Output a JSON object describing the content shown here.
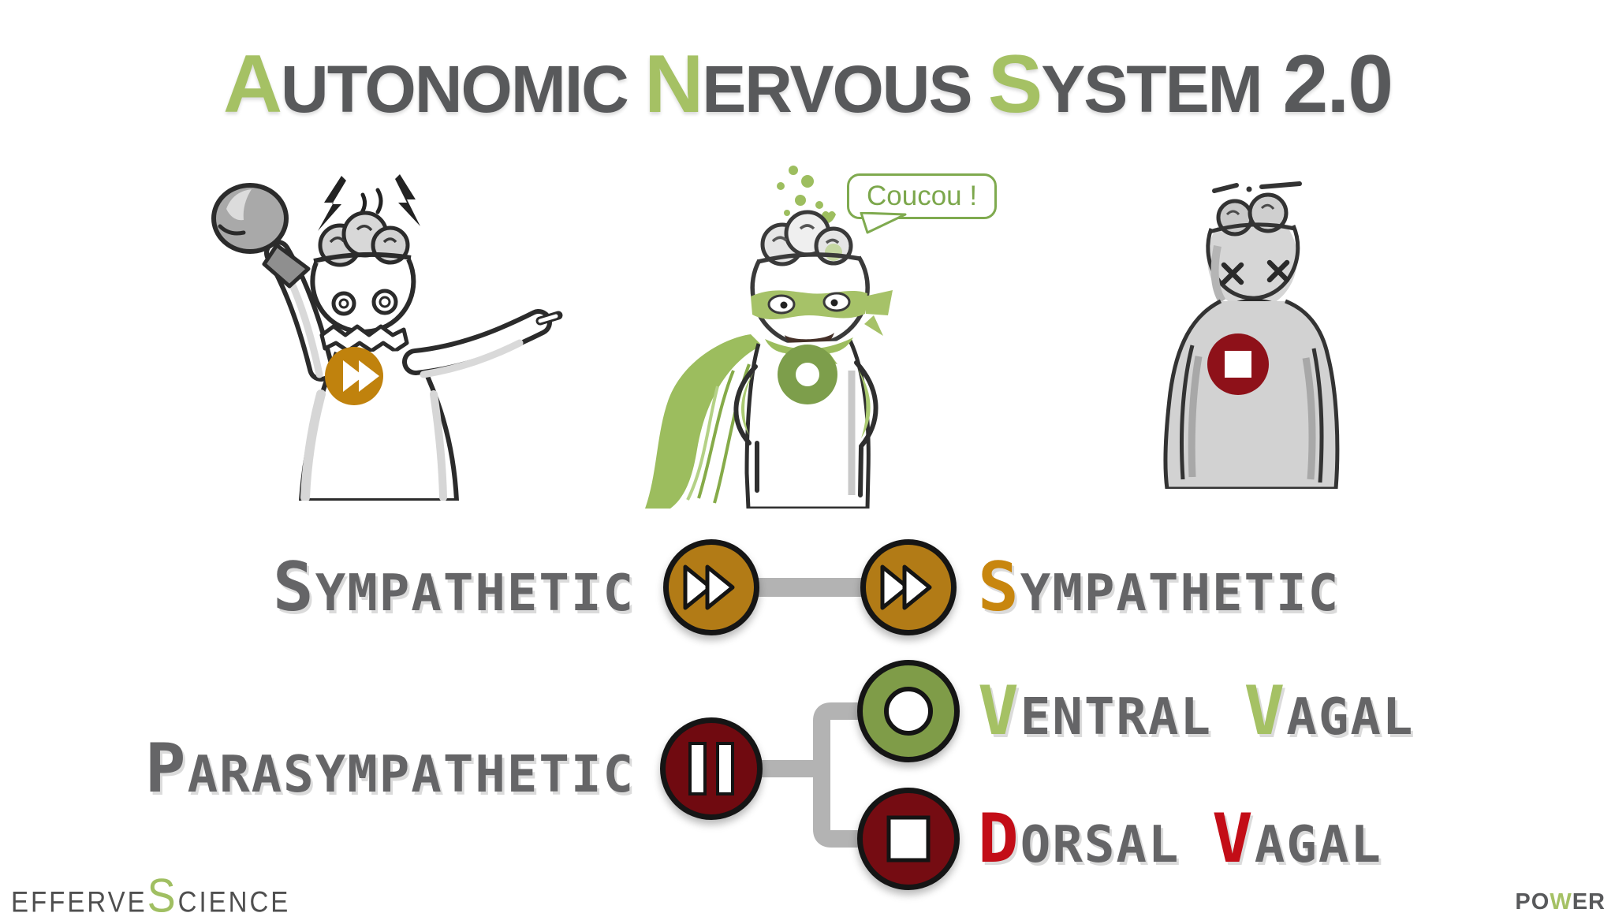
{
  "palette": {
    "green": "#a5c164",
    "olive_green": "#7d9e4b",
    "node_green": "#7f9c48",
    "orange": "#b27b16",
    "chest_orange": "#c0820d",
    "dark_red": "#700a10",
    "chest_red": "#8e1119",
    "bright_red": "#c30d17",
    "title_gray": "#58595b",
    "label_gray": "#656567",
    "connector_gray": "#b3b3b3"
  },
  "title": {
    "segments": [
      {
        "t": "A",
        "lead": true,
        "c": "#a5c164"
      },
      {
        "t": "UTONOMIC ",
        "lead": false
      },
      {
        "t": "N",
        "lead": true,
        "c": "#a5c164"
      },
      {
        "t": "ERVOUS ",
        "lead": false
      },
      {
        "t": "S",
        "lead": true,
        "c": "#a5c164"
      },
      {
        "t": "YSTEM",
        "lead": false
      },
      {
        "t": " 2.0",
        "lead": true
      }
    ]
  },
  "speech_bubble": {
    "text": "Coucou !"
  },
  "diagram": {
    "sympathetic_left": {
      "segments": [
        {
          "t": "S",
          "lead": true
        },
        {
          "t": "YMPATHETIC",
          "lead": false
        }
      ]
    },
    "sympathetic_right": {
      "segments": [
        {
          "t": "S",
          "lead": true,
          "c": "#c8860e"
        },
        {
          "t": "YMPATHETIC",
          "lead": false
        }
      ]
    },
    "parasympathetic": {
      "segments": [
        {
          "t": "P",
          "lead": true
        },
        {
          "t": "ARASYMPATHETIC",
          "lead": false
        }
      ]
    },
    "ventral_vagal": {
      "segments": [
        {
          "t": "V",
          "lead": true,
          "c": "#a5c164"
        },
        {
          "t": "ENTRAL ",
          "lead": false
        },
        {
          "t": "V",
          "lead": true,
          "c": "#a5c164"
        },
        {
          "t": "AGAL",
          "lead": false
        }
      ]
    },
    "dorsal_vagal": {
      "segments": [
        {
          "t": "D",
          "lead": true,
          "c": "#c30d17"
        },
        {
          "t": "ORSAL ",
          "lead": false
        },
        {
          "t": "V",
          "lead": true,
          "c": "#c30d17"
        },
        {
          "t": "AGAL",
          "lead": false
        }
      ]
    },
    "icons": {
      "sympathetic": "fast-forward",
      "parasympathetic": "pause",
      "ventral_vagal": "open-circle",
      "dorsal_vagal": "stop"
    }
  },
  "figures": {
    "left": "fight-or-flight-boxer",
    "middle": "ventral-vagal-superhero",
    "right": "dorsal-vagal-shutdown"
  },
  "footer": {
    "effervescience": {
      "segments": [
        {
          "t": "EFFERVE",
          "lead": false
        },
        {
          "t": "S",
          "lead": true,
          "c": "#a0bf62"
        },
        {
          "t": "CIENCE",
          "lead": false
        }
      ]
    },
    "power": {
      "segments": [
        {
          "t": "PO",
          "lead": false
        },
        {
          "t": "W",
          "lead": false,
          "c": "#a5c164"
        },
        {
          "t": "ER",
          "lead": false
        }
      ]
    }
  }
}
